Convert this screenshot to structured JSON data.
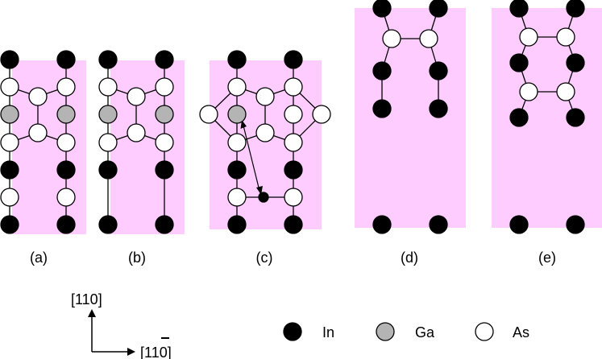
{
  "panels": [
    {
      "id": "a",
      "label": "(a)"
    },
    {
      "id": "b",
      "label": "(b)"
    },
    {
      "id": "c",
      "label": "(c)"
    },
    {
      "id": "d",
      "label": "(d)"
    },
    {
      "id": "e",
      "label": "(e)"
    }
  ],
  "axes": {
    "vertical": "[110]",
    "horizontal_prefix": "[1",
    "horizontal_bar_digit": "1",
    "horizontal_suffix": "0]"
  },
  "legend": [
    {
      "name": "In",
      "color": "#000000"
    },
    {
      "name": "Ga",
      "color": "#b4b4b4"
    },
    {
      "name": "As",
      "color": "#ffffff"
    }
  ],
  "colors": {
    "background_region": "#ffccff",
    "in_atom": "#000000",
    "ga_atom": "#b4b4b4",
    "as_atom": "#ffffff"
  }
}
